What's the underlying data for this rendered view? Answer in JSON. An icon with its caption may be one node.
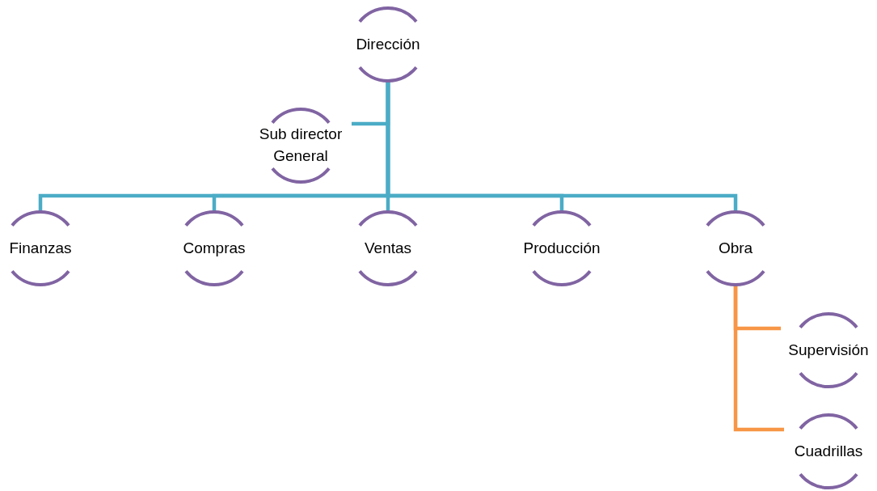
{
  "diagram": {
    "nodes": [
      {
        "text": [
          "Dirección"
        ]
      },
      {
        "text": [
          "Sub director General"
        ]
      },
      {
        "text": [
          "Finanzas"
        ]
      },
      {
        "text": [
          "Compras"
        ]
      },
      {
        "text": [
          "Ventas"
        ]
      },
      {
        "text": [
          "Producción"
        ]
      },
      {
        "text": [
          "Obra"
        ]
      },
      {
        "text": [
          "Supervisión"
        ]
      },
      {
        "text": [
          "Cuadrillas"
        ]
      }
    ],
    "edges": [
      {
        "from": 0,
        "to": 1,
        "arrow": "none"
      },
      {
        "from": 0,
        "to": 2,
        "arrow": "none"
      },
      {
        "from": 0,
        "to": 3,
        "arrow": "none"
      },
      {
        "from": 0,
        "to": 4,
        "arrow": "none"
      },
      {
        "from": 0,
        "to": 5,
        "arrow": "none"
      },
      {
        "from": 0,
        "to": 6,
        "arrow": "none"
      },
      {
        "from": 6,
        "to": 7,
        "arrow": "none",
        "color": "#f79646"
      },
      {
        "from": 6,
        "to": 8,
        "arrow": "none",
        "color": "#f79646"
      }
    ]
  }
}
